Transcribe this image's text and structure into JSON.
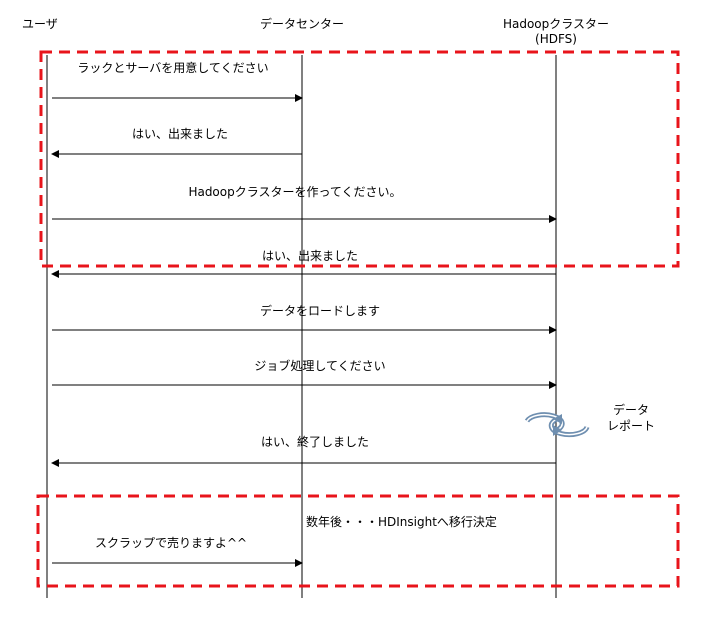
{
  "participants": {
    "user": "ユーザ",
    "datacenter": "データセンター",
    "hadoop_line1": "Hadoopクラスター",
    "hadoop_line2": "(HDFS)"
  },
  "messages": {
    "m1": "ラックとサーバを用意してください",
    "m2": "はい、出来ました",
    "m3": "Hadoopクラスターを作ってください。",
    "m4": "はい、出来ました",
    "m5": "データをロードします",
    "m6": "ジョブ処理してください",
    "m7": "はい、終了しました",
    "m8": "スクラップで売りますよ^^"
  },
  "annotations": {
    "process_line1": "データ",
    "process_line2": "レポート",
    "migration_note": "数年後・・・HDInsightへ移行決定"
  },
  "colors": {
    "frame": "#e8141b",
    "line": "#000000",
    "cycle_icon": "#6f8fb0"
  },
  "icons": {
    "cycle": "refresh-cycle-icon"
  }
}
